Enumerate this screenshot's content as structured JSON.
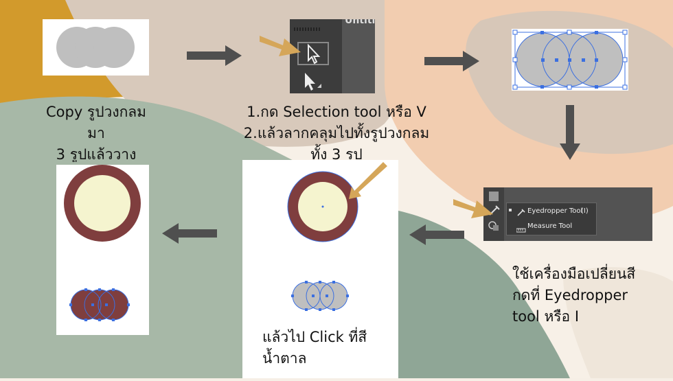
{
  "steps": {
    "step1": {
      "lines": [
        "Copy รูปวงกลม",
        "มา",
        "3 รูปแล้ววาง"
      ]
    },
    "step2": {
      "lines": [
        "1.กด Selection tool หรือ V",
        "2.แล้วลากคลุมไปทั้งรูปวงกลม",
        "ทั้ง 3 รูป"
      ]
    },
    "step4": {
      "lines": [
        "ใช้เครื่องมือเปลี่ยนสี",
        "กดที่ Eyedropper",
        "tool หรือ I"
      ]
    },
    "step5": {
      "lines": [
        "แล้วไป Click ที่สี",
        "น้ำตาล"
      ]
    }
  },
  "toolbar_fragment": {
    "top_text": "Untitl"
  },
  "tool_menu": {
    "items": [
      {
        "label": "Eyedropper Tool",
        "shortcut": "(I)",
        "icon": "eyedropper-icon"
      },
      {
        "label": "Measure Tool",
        "shortcut": "",
        "icon": "ruler-icon"
      }
    ]
  },
  "colors": {
    "circle_gray": "#bfbfbf",
    "brown": "#7f3e3e",
    "cream": "#f5f4cf",
    "selection_blue": "#3b6fe0",
    "pointer_arrow": "#d5a659",
    "flow_arrow": "#4f4f4f"
  }
}
